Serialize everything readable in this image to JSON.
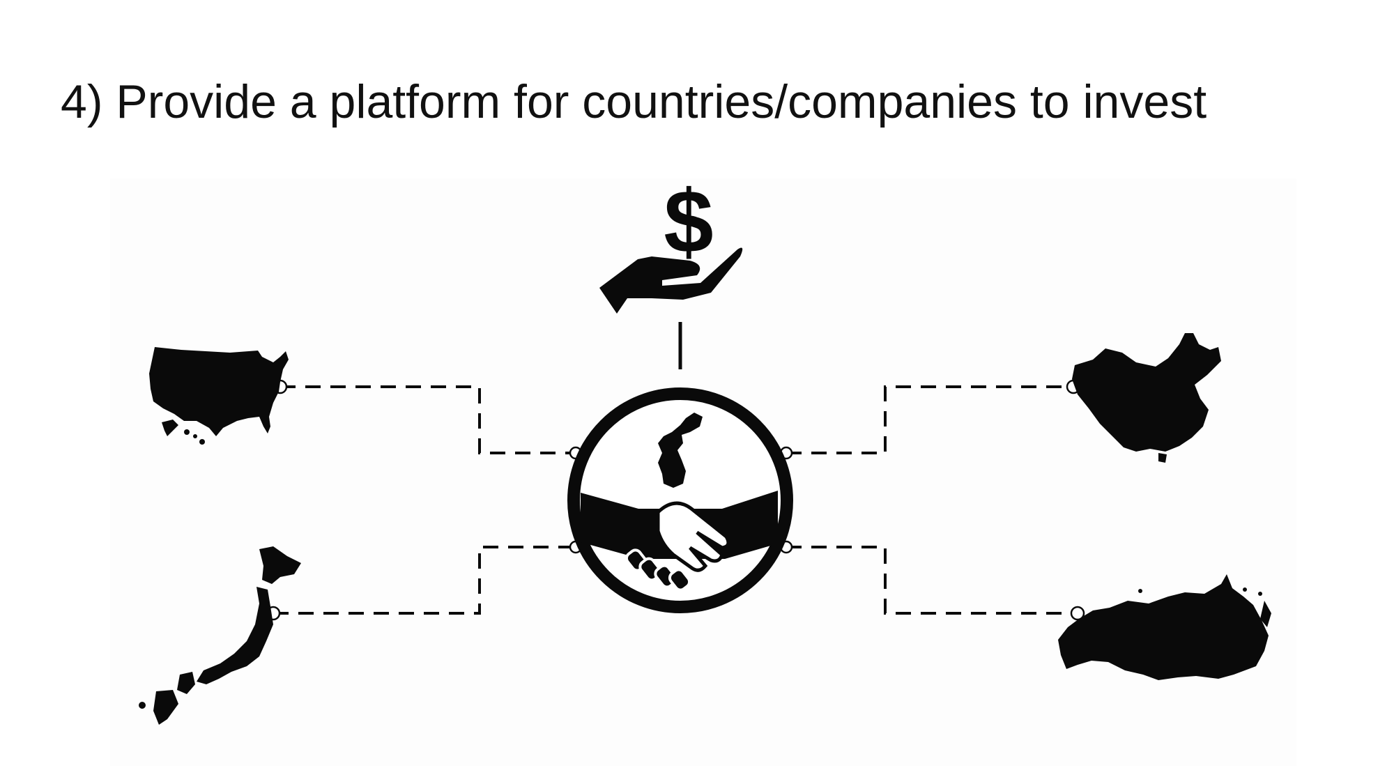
{
  "slide": {
    "title": "4) Provide a platform for countries/companies to invest"
  },
  "colors": {
    "ink": "#0a0a0a",
    "panel": "#fdfdfd",
    "background": "#ffffff"
  },
  "diagram": {
    "center": {
      "icon": "handshake-icon",
      "detail": "korea-peninsula-icon"
    },
    "investment": {
      "icon": "hand-dollar-icon",
      "symbol": "$"
    },
    "nodes": [
      {
        "name": "usa",
        "icon": "usa-map-icon"
      },
      {
        "name": "japan",
        "icon": "japan-map-icon"
      },
      {
        "name": "china",
        "icon": "china-map-icon"
      },
      {
        "name": "russia",
        "icon": "russia-map-icon"
      }
    ],
    "connector_style": "dashed"
  }
}
